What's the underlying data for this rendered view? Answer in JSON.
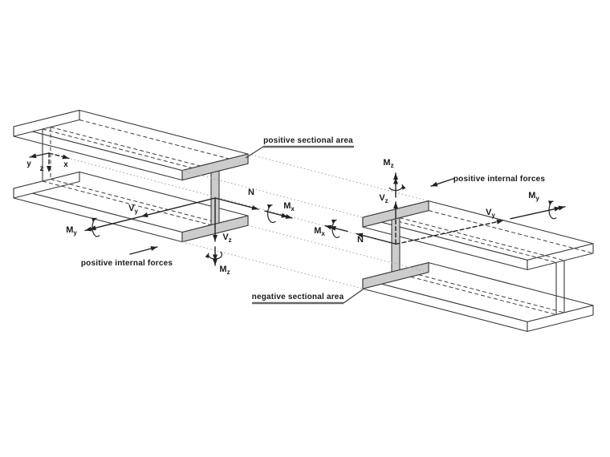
{
  "diagram": {
    "section_labels": {
      "positive": "positive sectional area",
      "negative": "negative sectional area"
    },
    "forces_caption": {
      "left": "positive internal forces",
      "right": "positive internal forces"
    },
    "axes": {
      "x": "x",
      "y": "y",
      "z": "z"
    },
    "forces": {
      "n": {
        "main": "N",
        "sub": ""
      },
      "vy": {
        "main": "V",
        "sub": "y"
      },
      "vz": {
        "main": "V",
        "sub": "z"
      },
      "mx": {
        "main": "M",
        "sub": "x"
      },
      "my": {
        "main": "M",
        "sub": "y"
      },
      "mz": {
        "main": "M",
        "sub": "z"
      }
    },
    "colors": {
      "edge": "#3a3a3a",
      "cut_fill": "#cccccc",
      "dotted": "#ababab",
      "text": "#1a1a1a"
    }
  }
}
